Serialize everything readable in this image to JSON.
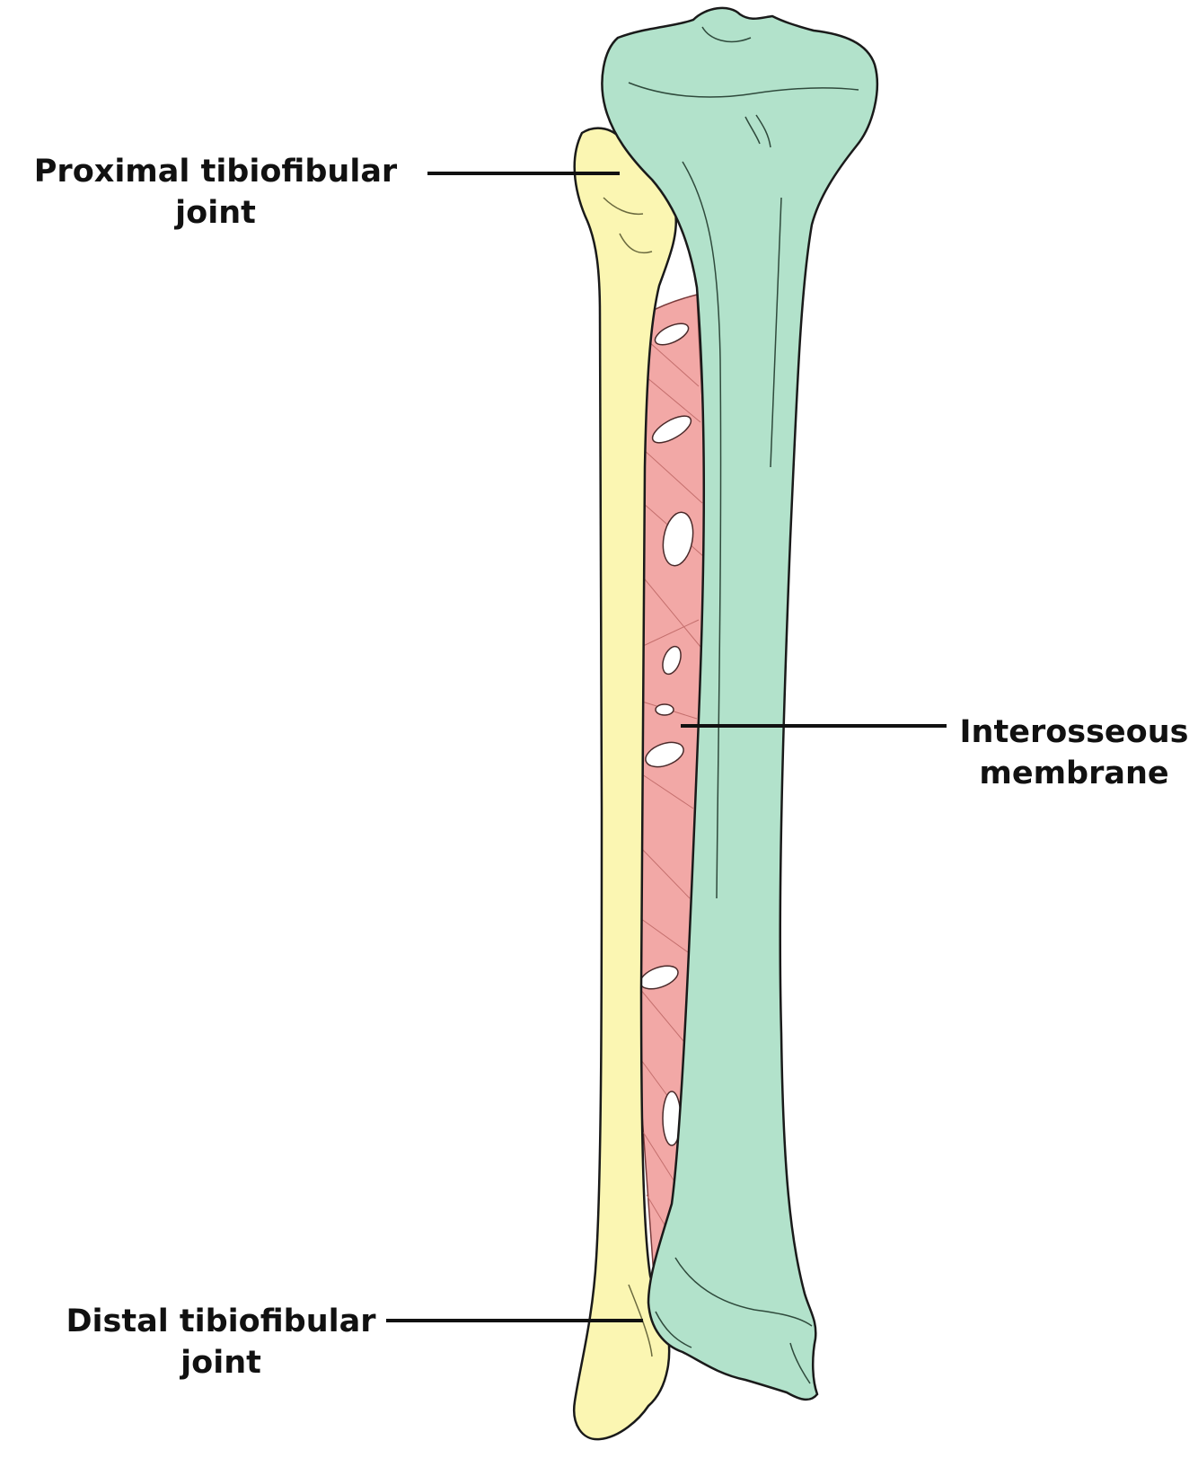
{
  "labels": {
    "proximal": {
      "line1": "Proximal tibiofibular",
      "line2": "joint"
    },
    "interosseous": {
      "line1": "Interosseous",
      "line2": "membrane"
    },
    "distal": {
      "line1": "Distal tibiofibular",
      "line2": "joint"
    }
  },
  "colors": {
    "tibia": "#b2e2cb",
    "fibula": "#fbf6b2",
    "membrane": "#f2a8a6",
    "outline": "#1a1a1a",
    "leader": "#111111"
  }
}
